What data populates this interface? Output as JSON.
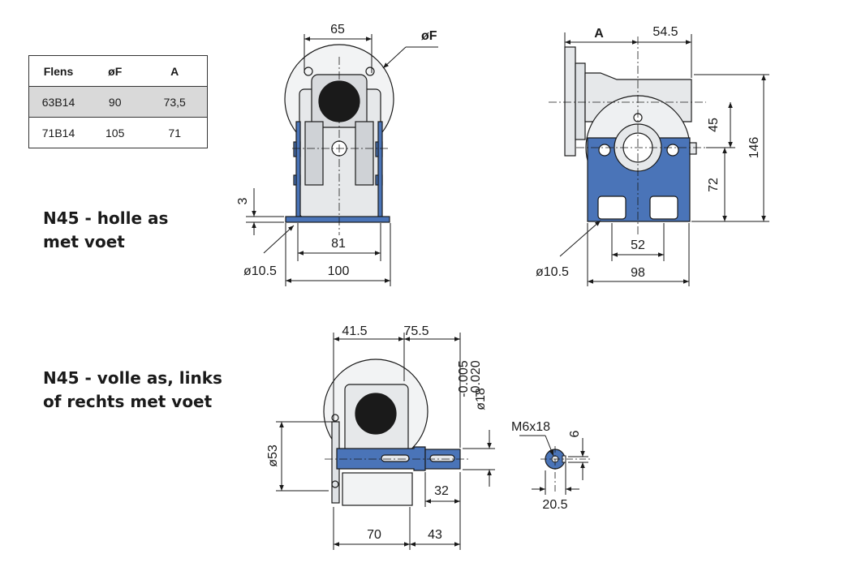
{
  "table": {
    "headers": [
      "Flens",
      "øF",
      "A"
    ],
    "rows": [
      [
        "63B14",
        "90",
        "73,5"
      ],
      [
        "71B14",
        "105",
        "71"
      ]
    ]
  },
  "captions": {
    "hollow_line1": "N45 - holle as",
    "hollow_line2": "met voet",
    "solid_line1": "N45 - volle as, links",
    "solid_line2": "of rechts met voet"
  },
  "dims": {
    "d65": "65",
    "dF": "øF",
    "d3": "3",
    "d81": "81",
    "d100": "100",
    "d10_5_a": "ø10.5",
    "dA": "A",
    "d54_5": "54.5",
    "d45": "45",
    "d146": "146",
    "d72": "72",
    "d52": "52",
    "d98": "98",
    "d10_5_b": "ø10.5",
    "d41_5": "41.5",
    "d75_5": "75.5",
    "d53": "ø53",
    "d18": "ø18",
    "tol_upper": "-0.005",
    "tol_lower": "-0.020",
    "d32": "32",
    "d70": "70",
    "d43": "43",
    "m6x18": "M6x18",
    "d6": "6",
    "d20_5": "20.5"
  },
  "colors": {
    "blue": "#4a74b8",
    "housing": "#e6e8ea",
    "line": "#1a1a1a"
  }
}
